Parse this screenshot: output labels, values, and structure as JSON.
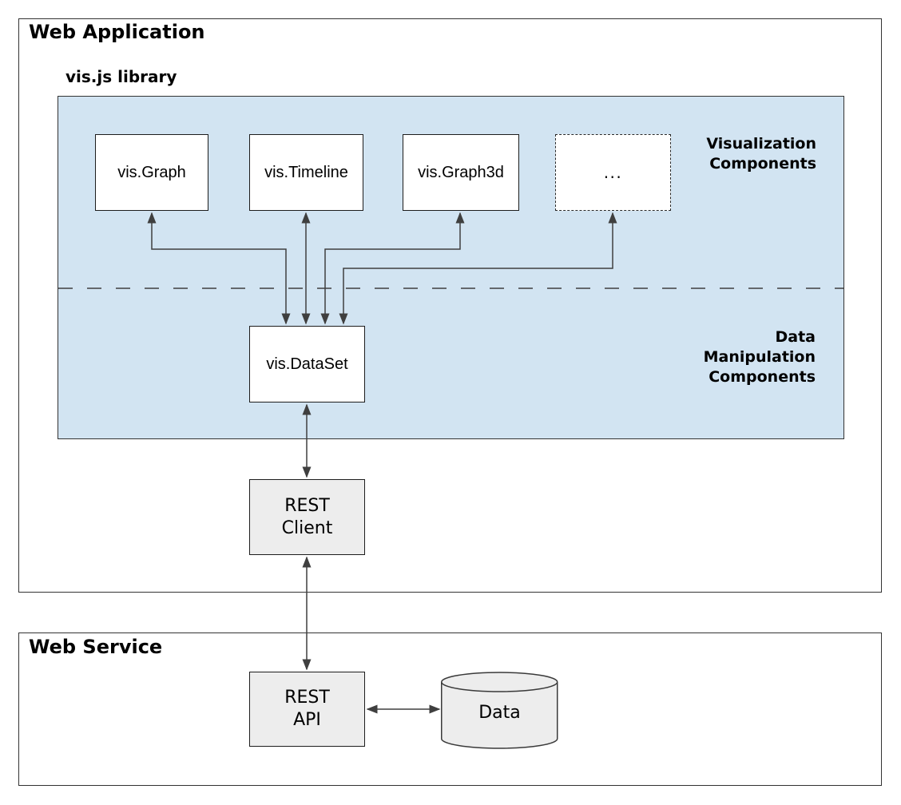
{
  "colors": {
    "panel_fill": "#d2e4f2",
    "node_fill": "#ffffff",
    "service_node_fill": "#ededed",
    "connector": "#3f3f3f",
    "border": "#333333",
    "text": "#000000"
  },
  "web_application": {
    "title": "Web Application"
  },
  "visjs_library": {
    "title": "vis.js library"
  },
  "web_service": {
    "title": "Web Service"
  },
  "nodes": {
    "vis_graph": {
      "label": "vis.Graph"
    },
    "vis_timeline": {
      "label": "vis.Timeline"
    },
    "vis_graph3d": {
      "label": "vis.Graph3d"
    },
    "more_components": {
      "label": "..."
    },
    "vis_dataset": {
      "label": "vis.DataSet"
    },
    "rest_client": {
      "line1": "REST",
      "line2": "Client"
    },
    "rest_api": {
      "line1": "REST",
      "line2": "API"
    },
    "data_store": {
      "label": "Data"
    }
  },
  "annotations": {
    "visualization_components": {
      "line1": "Visualization",
      "line2": "Components"
    },
    "data_manipulation_components": {
      "line1": "Data",
      "line2": "Manipulation",
      "line3": "Components"
    }
  }
}
